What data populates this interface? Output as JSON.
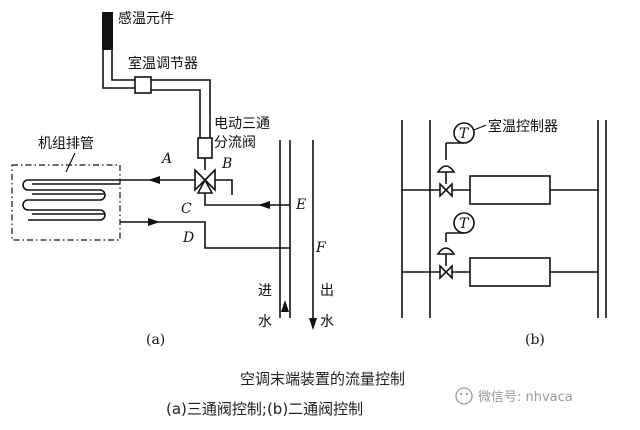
{
  "diagram_a": {
    "sensor_label": "感温元件",
    "regulator_label": "室温调节器",
    "valve_label_line1": "电动三通",
    "valve_label_line2": "分流阀",
    "coil_label": "机组排管",
    "point_A": "A",
    "point_B": "B",
    "point_C": "C",
    "point_D": "D",
    "point_E": "E",
    "point_F": "F",
    "inlet_char1": "进",
    "inlet_char2": "水",
    "outlet_char1": "出",
    "outlet_char2": "水",
    "sub_label": "(a)"
  },
  "diagram_b": {
    "controller_label": "室温控制器",
    "thermostat_symbol_top": "T",
    "thermostat_symbol_bottom": "T",
    "sub_label": "(b)"
  },
  "caption": {
    "title": "空调末端装置的流量控制",
    "subtitle": "(a)三通阀控制;(b)二通阀控制"
  },
  "watermark": {
    "text": "微信号: nhvaca"
  }
}
